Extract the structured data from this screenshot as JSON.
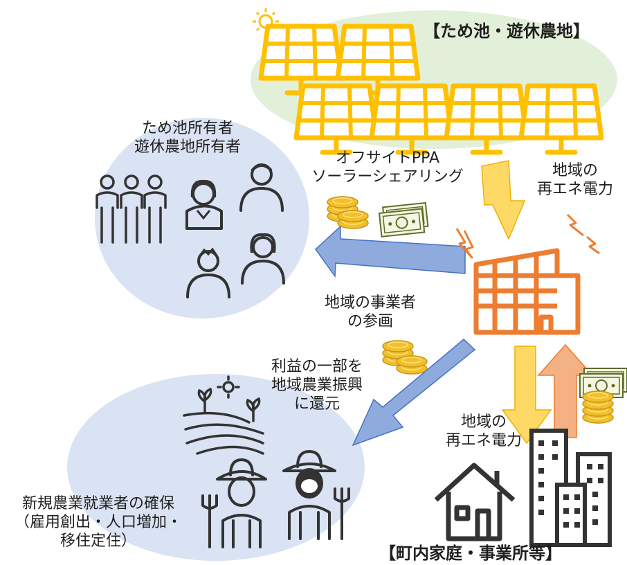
{
  "header": {
    "area_title": "【ため池・遊休農地】"
  },
  "owners": {
    "line1": "ため池所有者",
    "line2": "遊休農地所有者"
  },
  "solar_caption": {
    "line1": "オフサイトPPA",
    "line2": "ソーラーシェアリング"
  },
  "power_top": {
    "line1": "地域の",
    "line2": "再エネ電力"
  },
  "operator": {
    "line1": "地域の事業者",
    "line2": "の参画"
  },
  "profit": {
    "line1": "利益の一部を",
    "line2": "地域農業振興",
    "line3": "に還元"
  },
  "power_bottom": {
    "line1": "地域の",
    "line2": "再エネ電力"
  },
  "farmers": {
    "line1": "新規農業就業者の確保",
    "line2": "（雇用創出・人口増加・",
    "line3": "移住定住）"
  },
  "footer": {
    "area_title": "【町内家庭・事業所等】"
  },
  "colors": {
    "solar_yellow": "#ffc000",
    "field_green": "#e2efd9",
    "circle_blue": "#dae3f3",
    "arrow_blue": "#8faadc",
    "arrow_yellow": "#ffd966",
    "arrow_orange": "#f4b183",
    "plant_orange": "#ed7d31"
  }
}
